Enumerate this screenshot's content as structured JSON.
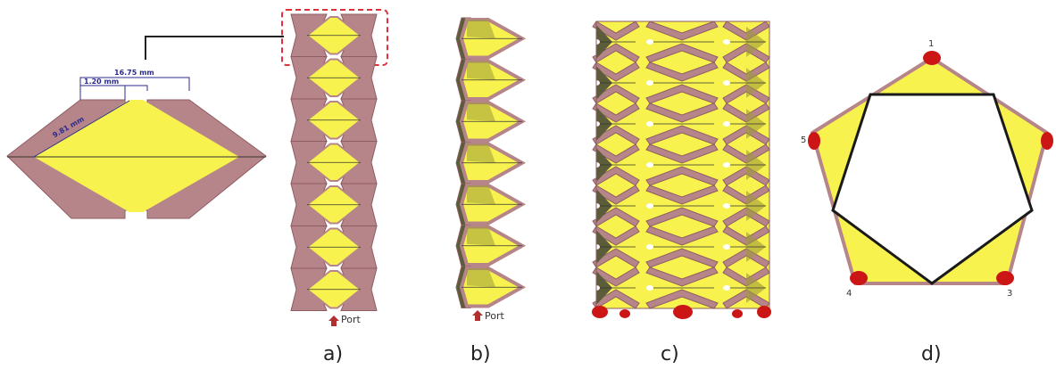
{
  "colors": {
    "yellow": "#f7f24d",
    "mauve": "#b6858a",
    "mauve_dark": "#8f5c63",
    "olive": "#9e9a3a",
    "olive_dark": "#5b5c3a",
    "dashed_box": "#e0303a",
    "port_red": "#cc1616",
    "dimension_blue": "#2b2b8f",
    "outline": "#1a1a1a"
  },
  "detail": {
    "dim_total": "16.75 mm",
    "dim_gap": "1.20 mm",
    "dim_side": "9.81 mm"
  },
  "panel_a": {
    "label": "a)",
    "port_label": "Port",
    "cells": 7
  },
  "panel_b": {
    "label": "b)",
    "port_label": "Port",
    "cells": 7
  },
  "panel_c": {
    "label": "c)"
  },
  "panel_d": {
    "label": "d)",
    "node_labels": [
      "1",
      "3",
      "4",
      "5"
    ]
  }
}
